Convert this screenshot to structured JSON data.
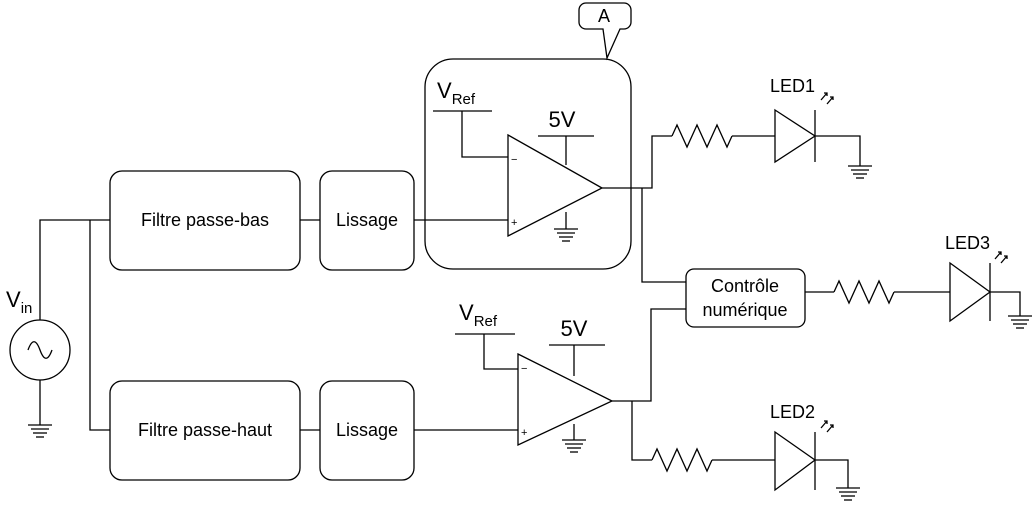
{
  "callout": {
    "label": "A"
  },
  "source": {
    "label": "V",
    "sub": "in"
  },
  "blocks": {
    "lowpass": "Filtre passe-bas",
    "highpass": "Filtre passe-haut",
    "smooth_top": "Lissage",
    "smooth_bottom": "Lissage",
    "digital_line1": "Contrôle",
    "digital_line2": "numérique"
  },
  "comparator_top": {
    "ref": "V",
    "ref_sub": "Ref",
    "supply": "5V",
    "minus": "−",
    "plus": "+"
  },
  "comparator_bottom": {
    "ref": "V",
    "ref_sub": "Ref",
    "supply": "5V",
    "minus": "−",
    "plus": "+"
  },
  "leds": {
    "led1": "LED1",
    "led2": "LED2",
    "led3": "LED3"
  }
}
